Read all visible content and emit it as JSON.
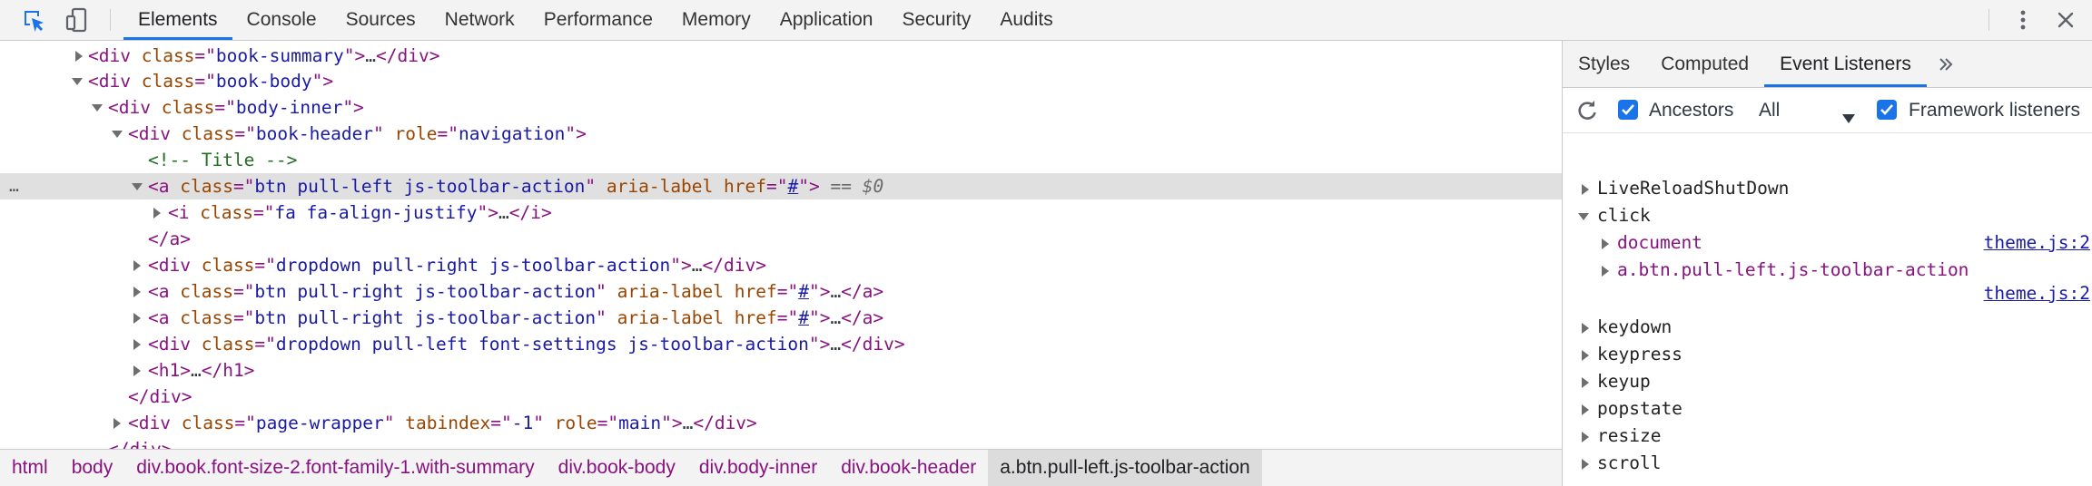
{
  "toolbar": {
    "tabs": [
      "Elements",
      "Console",
      "Sources",
      "Network",
      "Performance",
      "Memory",
      "Application",
      "Security",
      "Audits"
    ],
    "active_tab": "Elements",
    "accent": "#1a73e8"
  },
  "dom": {
    "selected_suffix": "== $0",
    "dots": "…",
    "lines": [
      {
        "open": "<div class=\"book-summary\">…</div>"
      },
      {
        "open": "<div class=\"book-body\">"
      },
      {
        "open": "<div class=\"body-inner\">"
      },
      {
        "open": "<div class=\"book-header\" role=\"navigation\">"
      },
      {
        "open": "<!-- Title -->"
      },
      {
        "open": "<a class=\"btn pull-left js-toolbar-action\" aria-label href=\"#\">"
      },
      {
        "open": "<i class=\"fa fa-align-justify\">…</i>"
      },
      {
        "open": "</a>"
      },
      {
        "open": "<div class=\"dropdown pull-right js-toolbar-action\">…</div>"
      },
      {
        "open": "<a class=\"btn pull-right js-toolbar-action\" aria-label href=\"#\">…</a>"
      },
      {
        "open": "<a class=\"btn pull-right js-toolbar-action\" aria-label href=\"#\">…</a>"
      },
      {
        "open": "<div class=\"dropdown pull-left font-settings js-toolbar-action\">…</div>"
      },
      {
        "open": "<h1>…</h1>"
      },
      {
        "open": "</div>"
      },
      {
        "open": "<div class=\"page-wrapper\" tabindex=\"-1\" role=\"main\">…</div>"
      },
      {
        "open": "</div>"
      }
    ]
  },
  "breadcrumb": [
    "html",
    "body",
    "div.book.font-size-2.font-family-1.with-summary",
    "div.book-body",
    "div.body-inner",
    "div.book-header",
    "a.btn.pull-left.js-toolbar-action"
  ],
  "sidebar": {
    "tabs": [
      "Styles",
      "Computed",
      "Event Listeners"
    ],
    "active_tab": "Event Listeners",
    "filter": {
      "ancestors_label": "Ancestors",
      "ancestors_checked": true,
      "select_value": "All",
      "framework_label": "Framework listeners",
      "framework_checked": true
    },
    "events": {
      "livereload": "LiveReloadShutDown",
      "click": "click",
      "document": "document",
      "anchor": "a.btn.pull-left.js-toolbar-action",
      "source": "theme.js:2",
      "keydown": "keydown",
      "keypress": "keypress",
      "keyup": "keyup",
      "popstate": "popstate",
      "resize": "resize",
      "scroll": "scroll"
    }
  }
}
